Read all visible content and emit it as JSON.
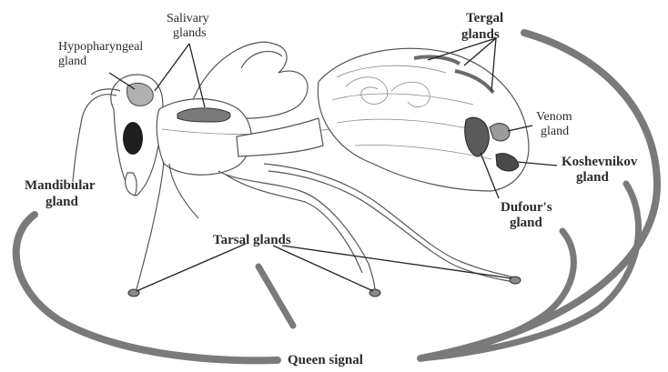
{
  "labels": {
    "salivary_1": "Salivary",
    "salivary_2": "glands",
    "hypopharyngeal_1": "Hypopharyngeal",
    "hypopharyngeal_2": "gland",
    "tergal_1": "Tergal",
    "tergal_2": "glands",
    "venom_1": "Venom",
    "venom_2": "gland",
    "koshevnikov_1": "Koshevnikov",
    "koshevnikov_2": "gland",
    "dufour_1": "Dufour's",
    "dufour_2": "gland",
    "mandibular_1": "Mandibular",
    "mandibular_2": "gland",
    "tarsal": "Tarsal glands",
    "queen_signal": "Queen signal"
  },
  "colors": {
    "arc": "#7a7a7a",
    "gland_fill": "#6b6b6b",
    "text": "#2b2b2b"
  }
}
